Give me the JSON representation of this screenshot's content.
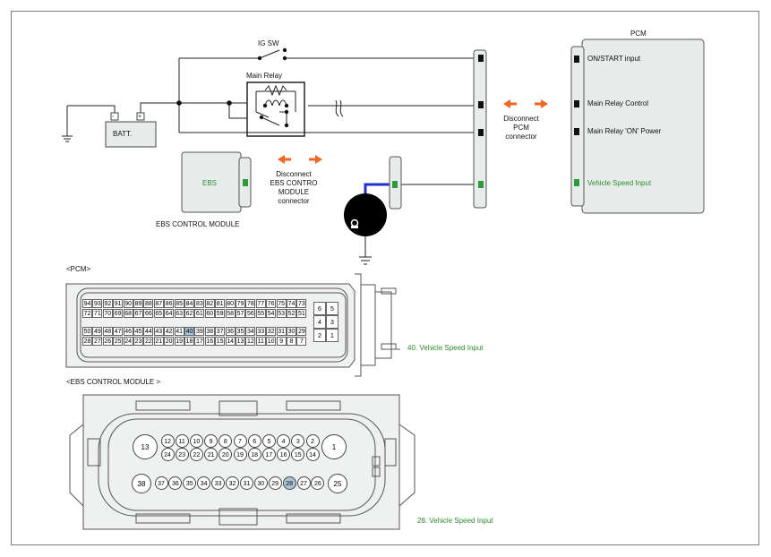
{
  "wiring": {
    "ig_sw": "IG SW",
    "main_relay": "Main Relay",
    "batt": "BATT.",
    "batt_neg": "-",
    "batt_pos": "+",
    "ebs_box": "EBS",
    "ebs_module_caption": "EBS CONTROL MODULE",
    "disconnect_ebs": [
      "Disconnect",
      "EBS CONTRO",
      "MODULE",
      "connector"
    ],
    "disconnect_pcm": [
      "Disconnect",
      "PCM",
      "connector"
    ],
    "pcm_title": "PCM",
    "pcm_pins": [
      "ON/START input",
      "Main Relay Control",
      "Main Relay 'ON' Power",
      "Vehicle Speed Input"
    ]
  },
  "pcm_connector": {
    "title": "<PCM>",
    "row1": [
      "94",
      "93",
      "92",
      "91",
      "90",
      "89",
      "88",
      "87",
      "86",
      "85",
      "84",
      "83",
      "82",
      "81",
      "80",
      "79",
      "78",
      "77",
      "76",
      "75",
      "74",
      "73"
    ],
    "row2": [
      "72",
      "71",
      "70",
      "69",
      "68",
      "67",
      "66",
      "65",
      "64",
      "63",
      "62",
      "61",
      "60",
      "59",
      "58",
      "57",
      "56",
      "55",
      "54",
      "53",
      "52",
      "51"
    ],
    "row3": [
      "50",
      "49",
      "48",
      "47",
      "46",
      "45",
      "44",
      "43",
      "42",
      "41",
      "40",
      "39",
      "38",
      "37",
      "36",
      "35",
      "34",
      "33",
      "32",
      "31",
      "30",
      "29"
    ],
    "row4": [
      "28",
      "27",
      "26",
      "25",
      "24",
      "23",
      "22",
      "21",
      "20",
      "19",
      "18",
      "17",
      "16",
      "15",
      "14",
      "13",
      "12",
      "11",
      "10",
      "9",
      "8",
      "7"
    ],
    "aux": [
      [
        "6",
        "5"
      ],
      [
        "4",
        "3"
      ],
      [
        "2",
        "1"
      ]
    ],
    "highlight": "40",
    "callout": "40. Vehicle Speed Input"
  },
  "ebs_connector": {
    "title": "<EBS CONTROL MODULE >",
    "big_left": "13",
    "big_right": "1",
    "row_top": [
      "12",
      "11",
      "10",
      "9",
      "8",
      "7",
      "6",
      "5",
      "4",
      "3",
      "2"
    ],
    "row_mid": [
      "24",
      "23",
      "22",
      "21",
      "20",
      "19",
      "18",
      "17",
      "16",
      "15",
      "14"
    ],
    "big_bottom_left": "38",
    "big_bottom_right": "25",
    "row_bottom": [
      "37",
      "36",
      "35",
      "34",
      "33",
      "32",
      "31",
      "30",
      "29",
      "28",
      "27",
      "26"
    ],
    "highlight": "28",
    "callout": "28. Vehicle Speed Input"
  },
  "colors": {
    "arrow": "#f26522",
    "signal_wire": "#1f2fd1",
    "pin_highlight": "#a9c7d8",
    "callout_text": "#2e8b2e"
  }
}
